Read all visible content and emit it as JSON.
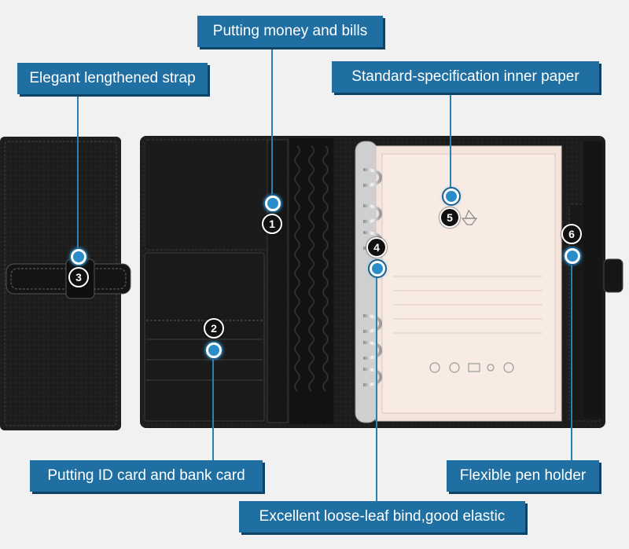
{
  "labels": {
    "money": "Putting money and bills",
    "strap": "Elegant lengthened strap",
    "paper": "Standard-specification inner paper",
    "id_card": "Putting ID card and bank card",
    "pen": "Flexible pen holder",
    "binding": "Excellent loose-leaf bind,good elastic"
  },
  "badges": {
    "b1": "1",
    "b2": "2",
    "b3": "3",
    "b4": "4",
    "b5": "5",
    "b6": "6"
  },
  "colors": {
    "label_bg": "#1f6fa3",
    "leather": "#1c1c1c",
    "paper": "#f3e4dc",
    "background": "#f1f1f1"
  }
}
